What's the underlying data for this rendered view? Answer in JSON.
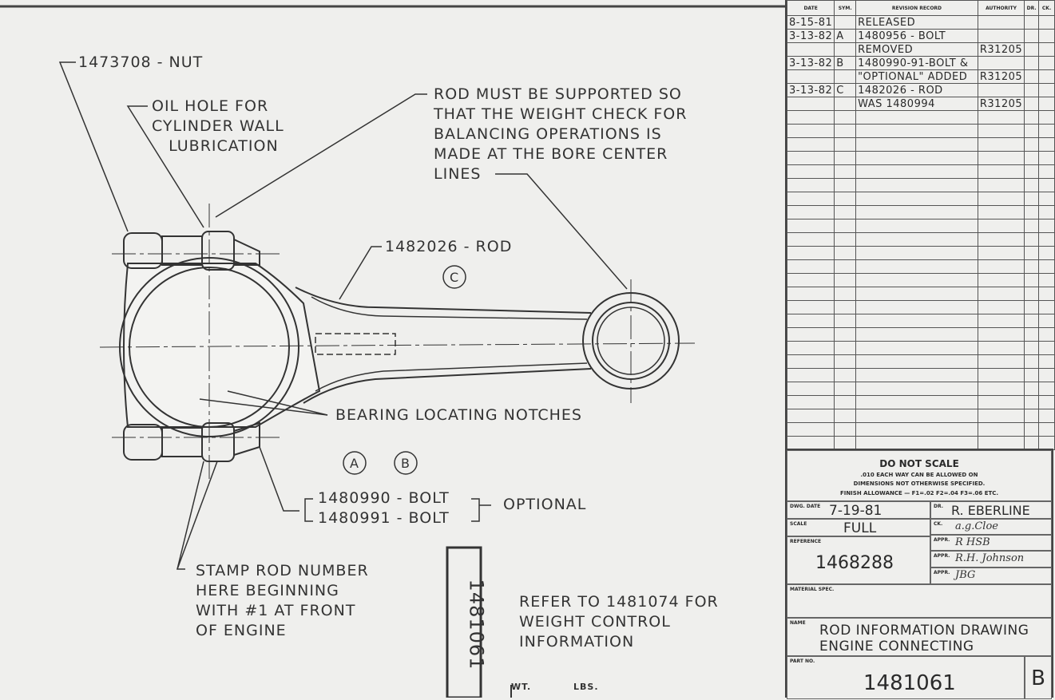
{
  "callouts": {
    "nut": "1473708 - NUT",
    "oil_hole": "OIL HOLE FOR\nCYLINDER WALL\n   LUBRICATION",
    "rod_support": "ROD MUST BE SUPPORTED SO\nTHAT THE WEIGHT CHECK FOR\nBALANCING OPERATIONS IS\nMADE AT THE BORE CENTER\nLINES",
    "rod": "1482026 - ROD",
    "bearing": "BEARING LOCATING NOTCHES",
    "bolt1": "1480990 - BOLT",
    "bolt2": "1480991 - BOLT",
    "optional": "OPTIONAL",
    "stamp": "STAMP ROD NUMBER\nHERE BEGINNING\nWITH #1 AT FRONT\nOF ENGINE",
    "refer": "REFER TO 1481074 FOR\nWEIGHT CONTROL\nINFORMATION",
    "stamp_number": "1481061",
    "wt": "WT.",
    "lbs": "LBS.",
    "mark_a": "A",
    "mark_b": "B",
    "mark_c": "C"
  },
  "revision": {
    "headers": [
      "DATE",
      "SYM.",
      "REVISION RECORD",
      "AUTHORITY",
      "DR.",
      "CK."
    ],
    "rows": [
      [
        "8-15-81",
        "",
        "RELEASED",
        "",
        "",
        ""
      ],
      [
        "3-13-82",
        "A",
        "1480956 - BOLT",
        "",
        "",
        ""
      ],
      [
        "",
        "",
        "REMOVED",
        "R31205",
        "",
        ""
      ],
      [
        "3-13-82",
        "B",
        "1480990-91-BOLT &",
        "",
        "",
        ""
      ],
      [
        "",
        "",
        "\"OPTIONAL\" ADDED",
        "R31205",
        "",
        ""
      ],
      [
        "3-13-82",
        "C",
        "1482026 - ROD",
        "",
        "",
        ""
      ],
      [
        "",
        "",
        "WAS 1480994",
        "R31205",
        "",
        ""
      ]
    ]
  },
  "title_block": {
    "do_not_scale": "DO NOT SCALE",
    "tol1": ".010 EACH WAY CAN BE ALLOWED ON",
    "tol2": "DIMENSIONS NOT OTHERWISE SPECIFIED.",
    "finish": "FINISH ALLOWANCE — F1=.02  F2=.04  F3=.06 ETC.",
    "dwg_date_label": "DWG. DATE",
    "dwg_date": "7-19-81",
    "scale_label": "SCALE",
    "scale": "FULL",
    "reference_label": "REFERENCE",
    "reference": "1468288",
    "dr_label": "DR.",
    "dr": "R. EBERLINE",
    "ck_label": "CK.",
    "ck": "a.g.Cloe",
    "appr_label": "APPR.",
    "appr1": "R    HSB",
    "appr2": "R.H. Johnson",
    "appr3": "JBG",
    "material_label": "MATERIAL SPEC.",
    "name_label": "NAME",
    "name1": "ROD INFORMATION DRAWING",
    "name2": "ENGINE CONNECTING",
    "part_label": "PART NO.",
    "part_no": "1481061",
    "rev_letter": "B"
  }
}
